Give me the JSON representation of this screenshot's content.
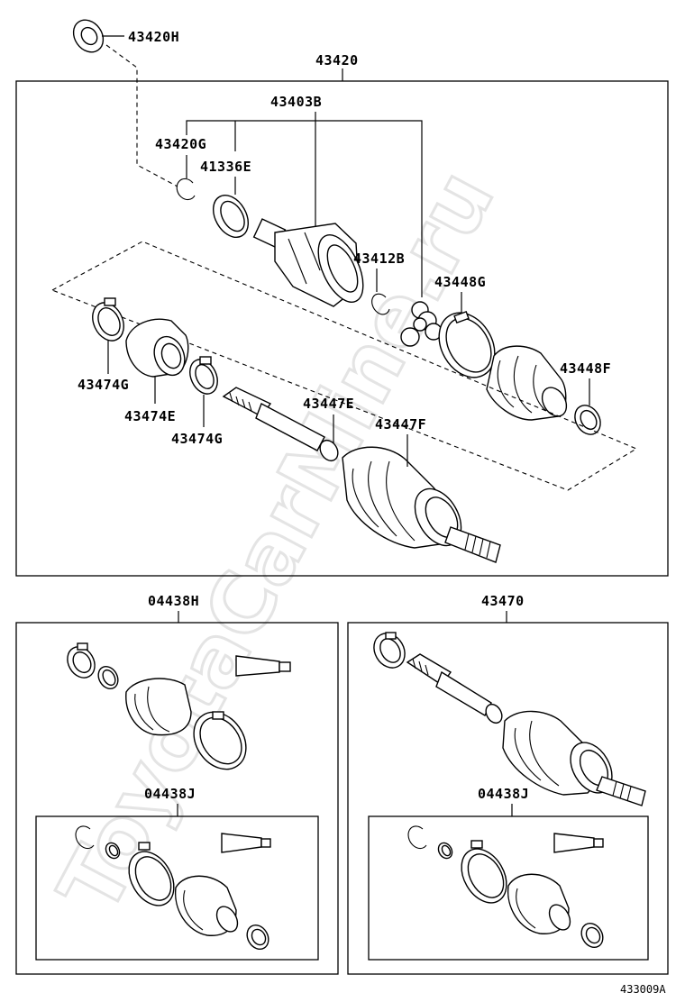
{
  "watermark": "ToyotaCarMine.ru",
  "diagram_ref": "433009A",
  "sections": {
    "main": {
      "assembly_label": "43420",
      "parts": {
        "p43420H": "43420H",
        "p43403B": "43403B",
        "p43420G": "43420G",
        "p41336E": "41336E",
        "p43412B": "43412B",
        "p43448G": "43448G",
        "p43448F": "43448F",
        "p43474G_a": "43474G",
        "p43474E": "43474E",
        "p43474G_b": "43474G",
        "p43447E": "43447E",
        "p43447F": "43447F"
      }
    },
    "kit_left": {
      "label": "04438H",
      "sub_label": "04438J"
    },
    "kit_right": {
      "label": "43470",
      "sub_label": "04438J"
    }
  },
  "icons": [
    "oil-seal-icon",
    "snap-ring-icon",
    "tripod-joint-icon",
    "boot-icon",
    "boot-clamp-icon",
    "grease-tube-icon",
    "drive-shaft-icon"
  ]
}
